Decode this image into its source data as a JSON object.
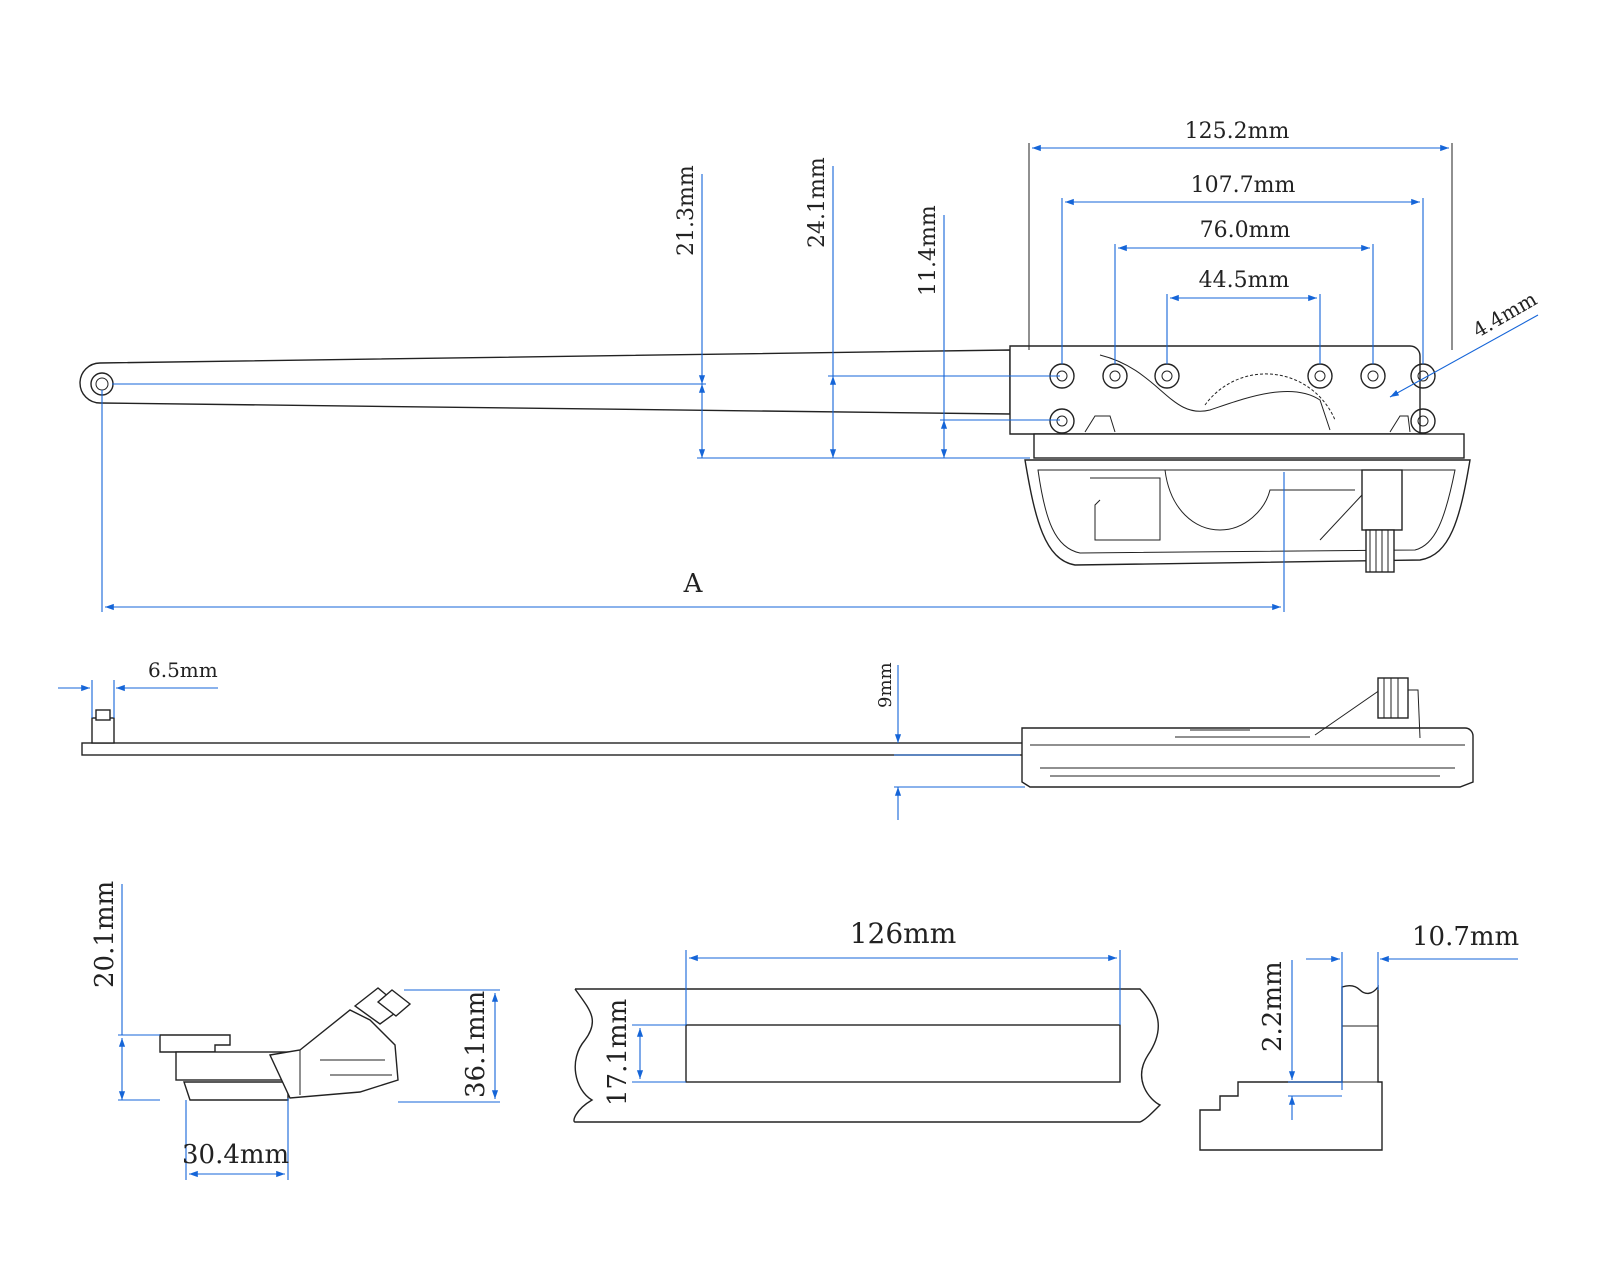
{
  "top_view": {
    "dims": {
      "d125": "125.2mm",
      "d107": "107.7mm",
      "d76": "76.0mm",
      "d44": "44.5mm",
      "d4_4": "4.4mm",
      "d21": "21.3mm",
      "d24": "24.1mm",
      "d11": "11.4mm",
      "a": "A"
    }
  },
  "side_view": {
    "dims": {
      "d6_5": "6.5mm",
      "d9": "9mm"
    }
  },
  "end_view": {
    "dims": {
      "d20": "20.1mm",
      "d36": "36.1mm",
      "d30": "30.4mm"
    }
  },
  "cutout_view": {
    "dims": {
      "d126": "126mm",
      "d17": "17.1mm"
    }
  },
  "profile_view": {
    "dims": {
      "d10_7": "10.7mm",
      "d2_2": "2.2mm"
    }
  },
  "colors": {
    "dimension": "#1565d8",
    "outline": "#222222"
  }
}
